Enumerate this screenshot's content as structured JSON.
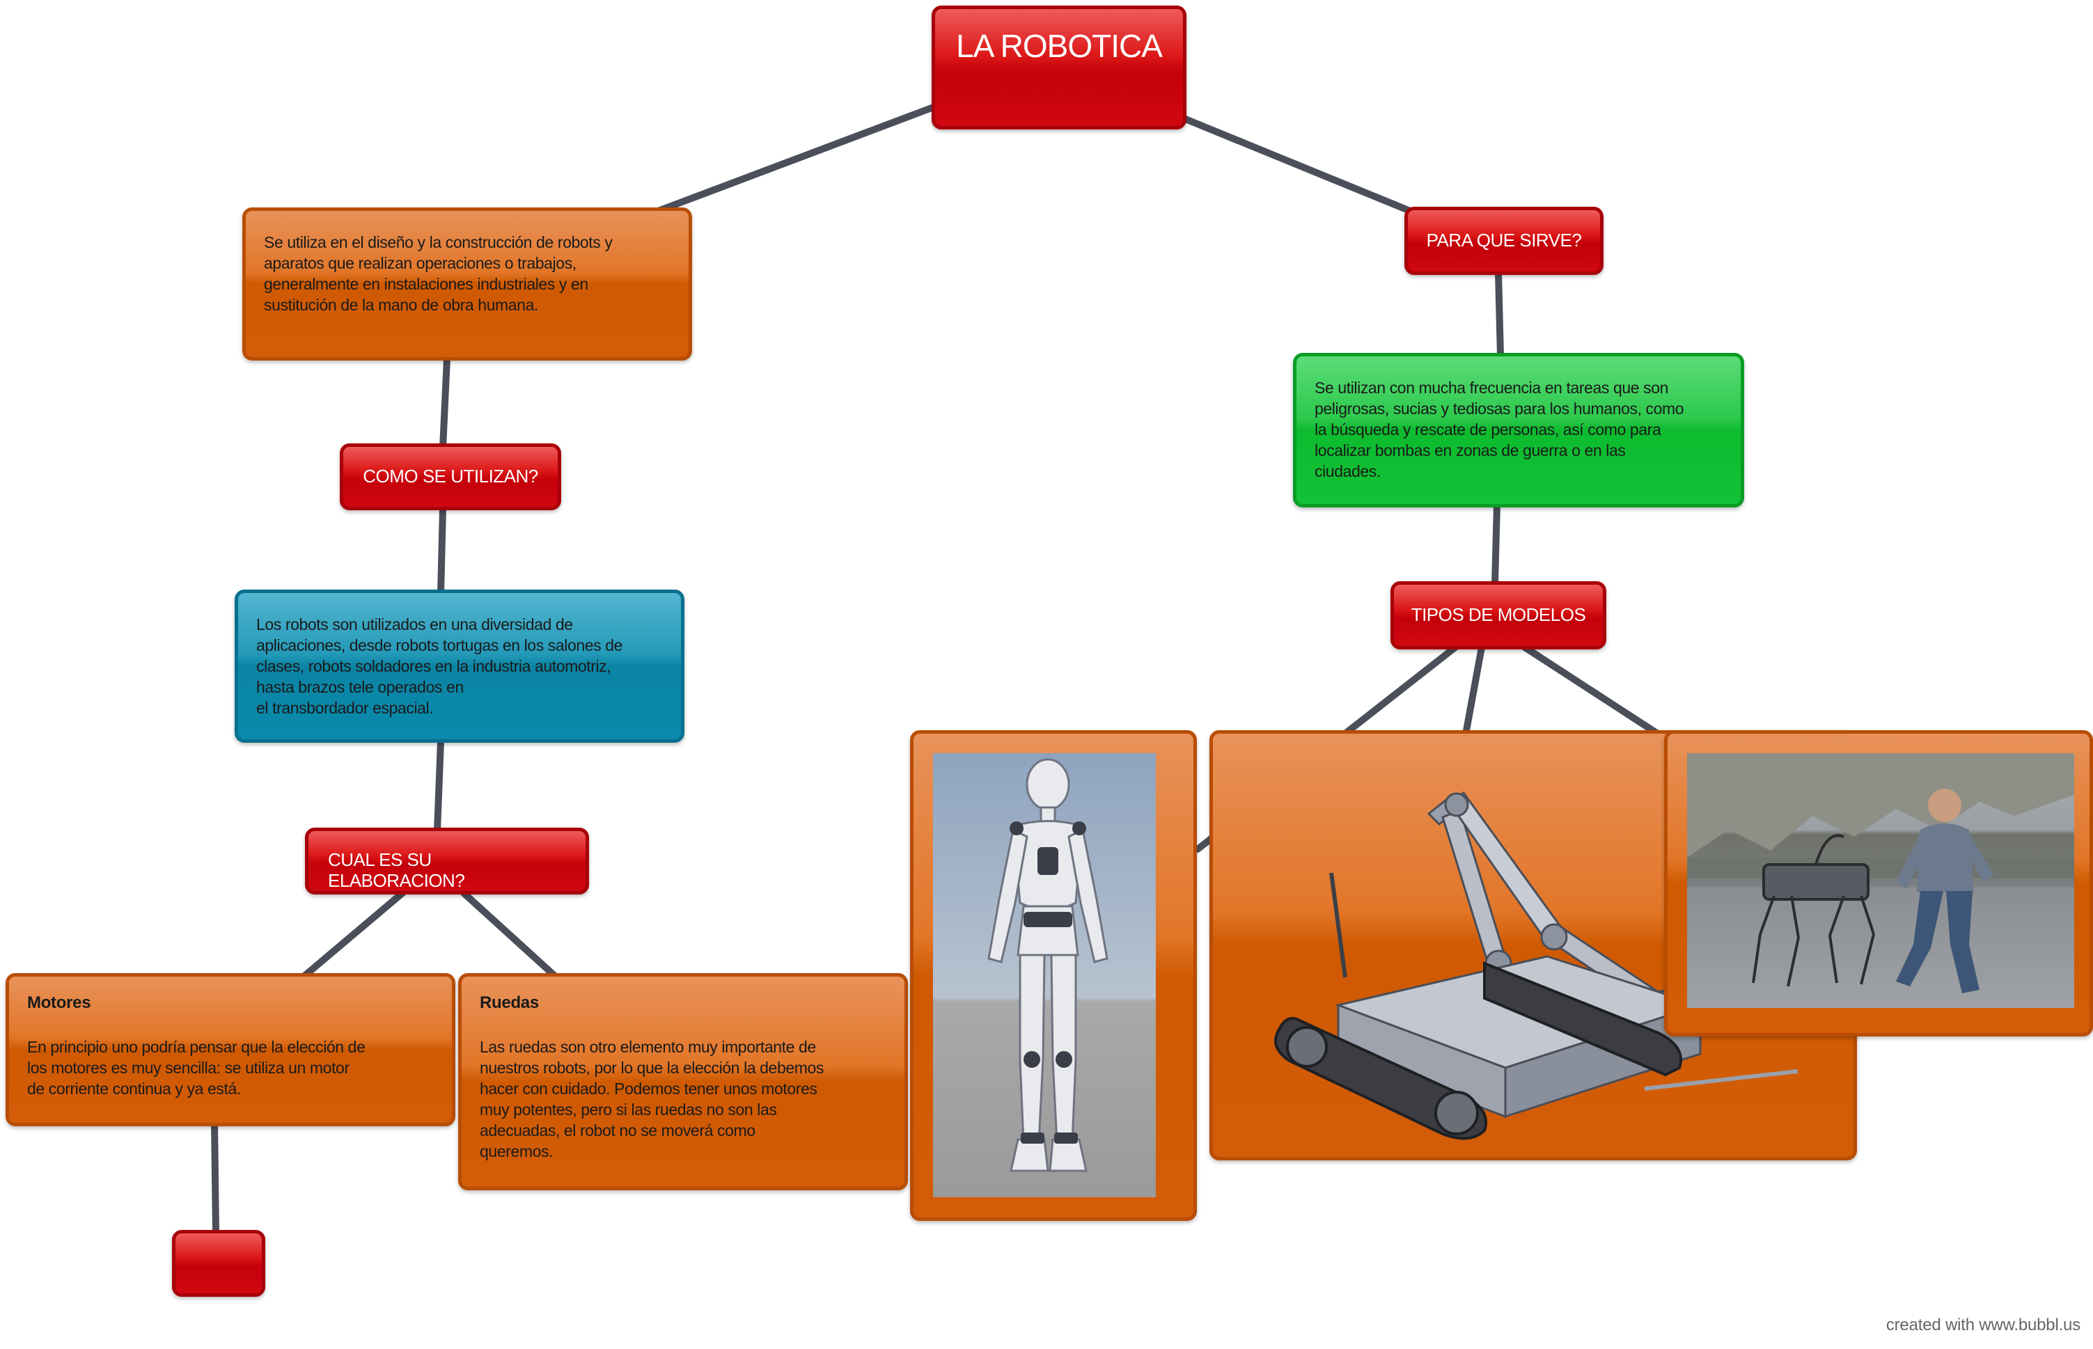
{
  "title": "LA ROBOTICA",
  "nodes": {
    "definition": "Se utiliza en el diseño y la construcción de robots y\naparatos que realizan operaciones o trabajos,\ngeneralmente en instalaciones industriales y en\nsustitución de la mano de obra humana.",
    "como_se_utilizan": "COMO SE UTILIZAN?",
    "uses": "Los robots son utilizados en una diversidad de\naplicaciones, desde robots tortugas en los salones de\nclases, robots soldadores en la industria automotriz,\nhasta brazos tele operados en\nel transbordador espacial.",
    "cual_es_su_elaboracion": "CUAL ES SU\nELABORACION?",
    "motores": {
      "heading": "Motores",
      "body": "En principio uno podría pensar que la elección de\nlos motores es muy sencilla: se utiliza un motor\nde corriente continua y ya está."
    },
    "ruedas": {
      "heading": "Ruedas",
      "body": "Las ruedas son otro elemento muy importante de\nnuestros robots, por lo que la elección la debemos\nhacer con cuidado. Podemos tener unos motores\nmuy potentes, pero si las ruedas no son las\nadecuadas, el robot no se moverá como\nqueremos."
    },
    "empty_child": "",
    "para_que_sirve": "PARA QUE SIRVE?",
    "purpose": "Se utilizan con mucha frecuencia en tareas que son\npeligrosas, sucias y tediosas para los humanos, como\nla búsqueda y rescate de personas, así como para\nlocalizar bombas en zonas de guerra o en las\nciudades.",
    "tipos_de_modelos": "TIPOS DE MODELOS"
  },
  "images": [
    "humanoid-robot-image",
    "tracked-robot-image",
    "quadruped-robot-image"
  ],
  "credit": "created with www.bubbl.us",
  "colors": {
    "red": "#d00812",
    "orange": "#d35c08",
    "blue": "#0a8aac",
    "green": "#12c236",
    "connector": "#4b4f5a"
  }
}
